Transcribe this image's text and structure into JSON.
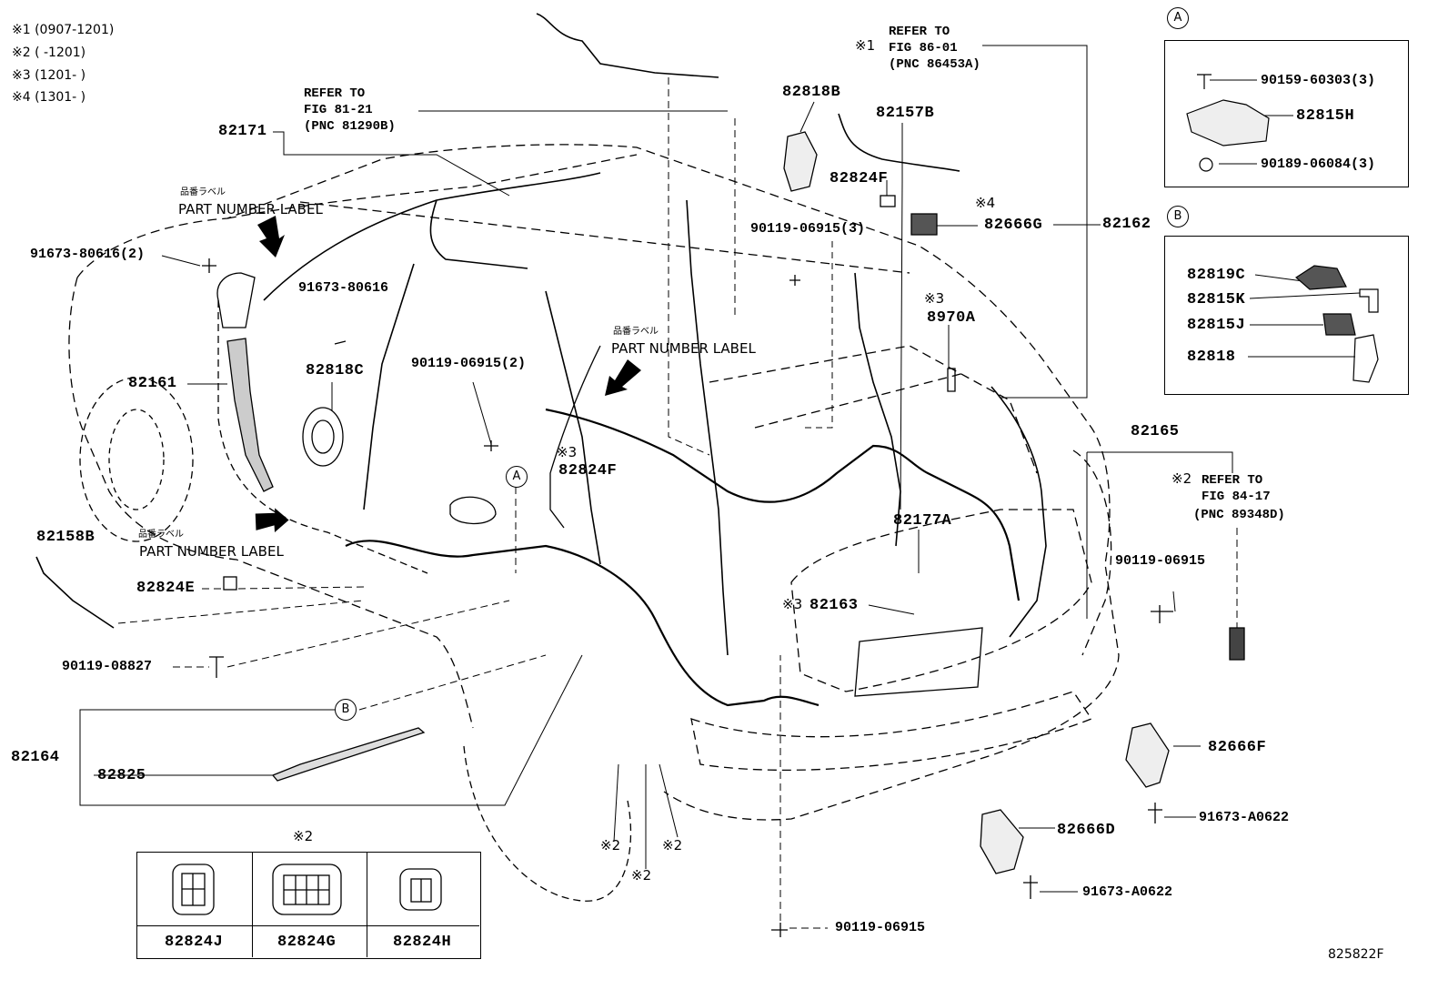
{
  "legend_notes": [
    "※1 (0907-1201)",
    "※2 (      -1201)",
    "※3 (1201-      )",
    "※4 (1301-      )"
  ],
  "refer_blocks": {
    "fig8121": [
      "REFER TO",
      "FIG 81-21",
      "(PNC 81290B)"
    ],
    "fig8601_mark": "※1",
    "fig8601": [
      "REFER TO",
      "FIG 86-01",
      "(PNC 86453A)"
    ],
    "fig8417_mark": "※2",
    "fig8417": [
      "REFER TO",
      "FIG 84-17",
      "(PNC 89348D)"
    ]
  },
  "part_number_label": {
    "jp": "品番ラベル",
    "en": "PART NUMBER LABEL"
  },
  "parts": {
    "p82171": "82171",
    "p82818B": "82818B",
    "p82157B": "82157B",
    "p82824F_top": "82824F",
    "p90119_06915_3": "90119-06915(3)",
    "p82666G_mark": "※4",
    "p82666G": "82666G",
    "p82162": "82162",
    "p91673_80616_2": "91673-80616(2)",
    "p91673_80616": "91673-80616",
    "p8970A_mark": "※3",
    "p8970A": "8970A",
    "p82161": "82161",
    "p82818C": "82818C",
    "p90119_06915_2": "90119-06915(2)",
    "p82824F_mid_mark": "※3",
    "p82824F_mid": "82824F",
    "p82165": "82165",
    "p82177A": "82177A",
    "p82158B": "82158B",
    "p90119_06915_right": "90119-06915",
    "p82824E": "82824E",
    "p82163_mark": "※3",
    "p82163": "82163",
    "p90119_08827": "90119-08827",
    "p82164": "82164",
    "p82825": "82825",
    "p82666F": "82666F",
    "p91673_A0622_a": "91673-A0622",
    "p82666D": "82666D",
    "p91673_A0622_b": "91673-A0622",
    "p90119_06915_bottom": "90119-06915",
    "mark_2a": "※2",
    "mark_2b": "※2",
    "mark_2c": "※2"
  },
  "inset_a": {
    "letter": "A",
    "items": [
      "90159-60303(3)",
      "82815H",
      "90189-06084(3)"
    ]
  },
  "inset_b": {
    "letter": "B",
    "items": [
      "82819C",
      "82815K",
      "82815J",
      "82818"
    ]
  },
  "callouts": {
    "a": "A",
    "b": "B"
  },
  "connector_table": {
    "mark": "※2",
    "labels": [
      "82824J",
      "82824G",
      "82824H"
    ]
  },
  "figure_id": "825822F"
}
